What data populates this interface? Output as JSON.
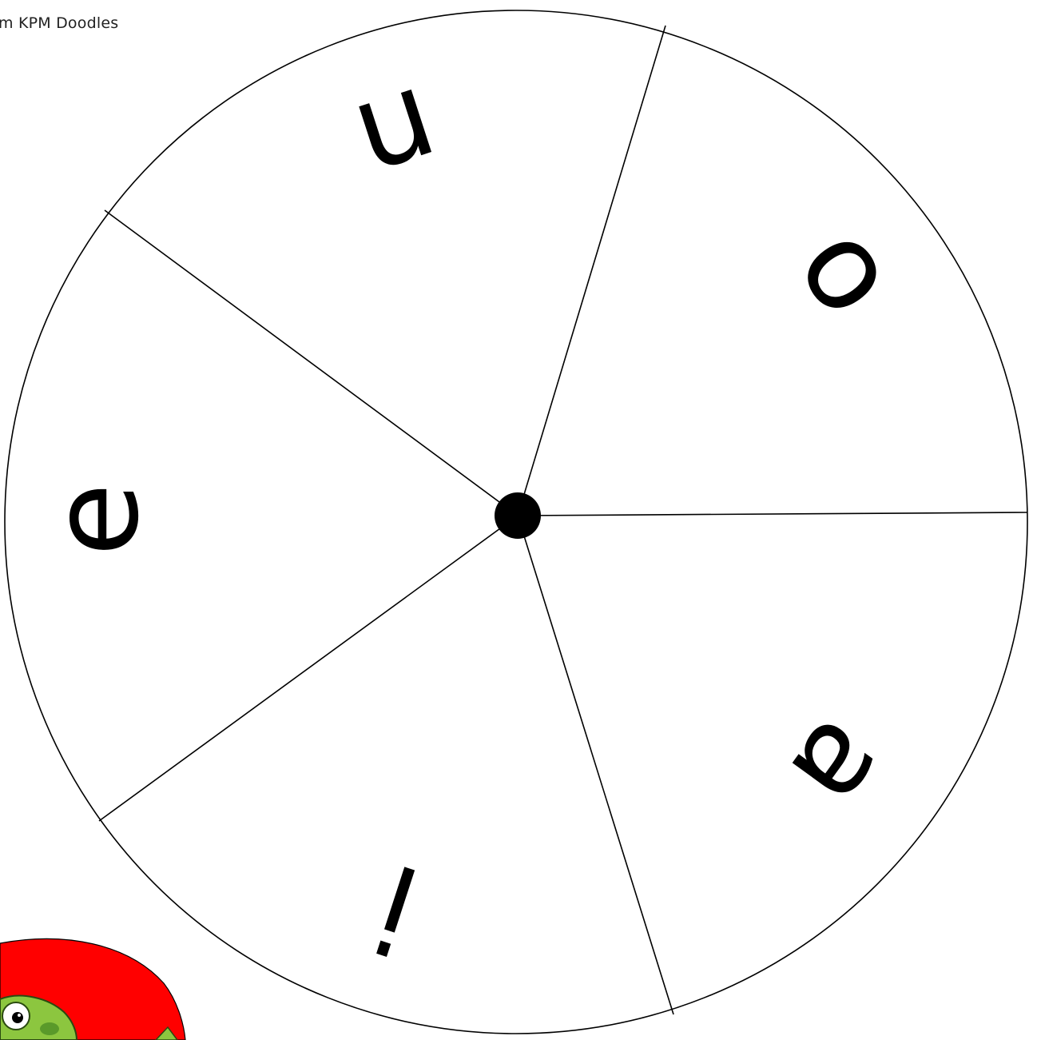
{
  "credit_text": "m KPM Doodles",
  "spinner": {
    "section_count": 5,
    "letters": [
      "u",
      "o",
      "a",
      "i",
      "e"
    ],
    "colors": {
      "outline": "#000000",
      "background": "#ffffff",
      "hub": "#000000",
      "corner_badge": "#ff0000",
      "character_green": "#8cc63f"
    }
  }
}
